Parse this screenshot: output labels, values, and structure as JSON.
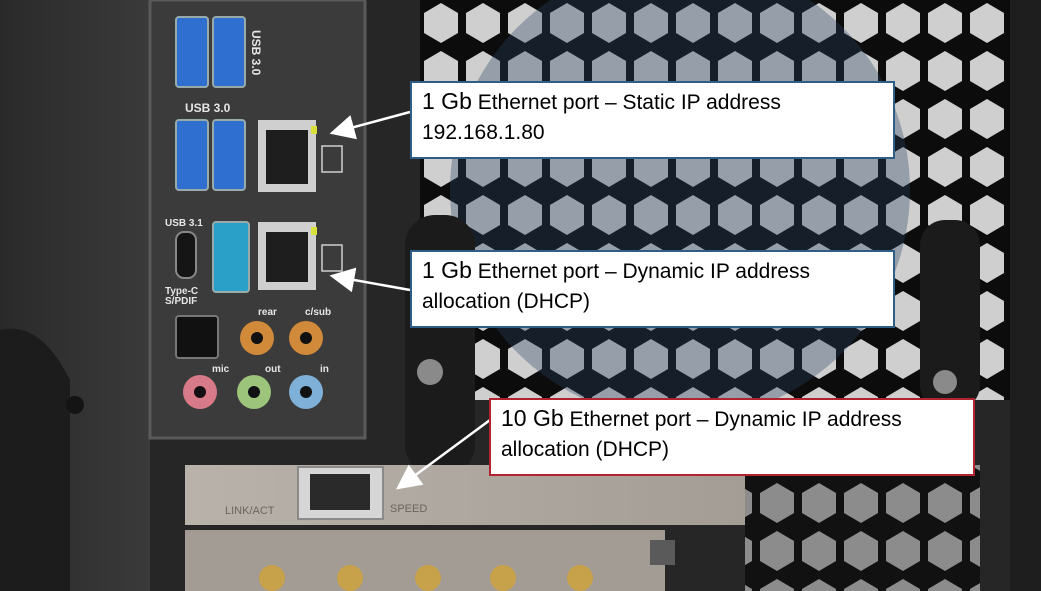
{
  "callouts": [
    {
      "size": "1 Gb",
      "line1_rest": " Ethernet port – Static IP address",
      "line2": "192.168.1.80",
      "border_color": "#2e5e86"
    },
    {
      "size": "1 Gb",
      "line1_rest": " Ethernet port – Dynamic IP address",
      "line2": "allocation  (DHCP)",
      "border_color": "#2e5e86"
    },
    {
      "size": "10 Gb",
      "line1_rest": " Ethernet port – Dynamic IP address",
      "line2": "allocation  (DHCP)",
      "border_color": "#b0232f"
    }
  ],
  "io_panel_labels": {
    "usb30_top": "USB 3.0",
    "usb30_mid": "USB 3.0",
    "usb31": "USB 3.1",
    "type_c": "Type-C",
    "spdif": "S/PDIF",
    "rear": "rear",
    "csub": "c/sub",
    "mic": "mic",
    "out": "out",
    "in": "in"
  },
  "nic_labels": {
    "link": "LINK/ACT",
    "speed": "SPEED"
  },
  "colors": {
    "usb_blue": "#2f6fd0",
    "usb31_teal": "#2aa0c8",
    "audio_orange": "#d08a3a",
    "audio_pink": "#d87a8a",
    "audio_green": "#9cc47a",
    "audio_blue": "#7fb0d8"
  }
}
